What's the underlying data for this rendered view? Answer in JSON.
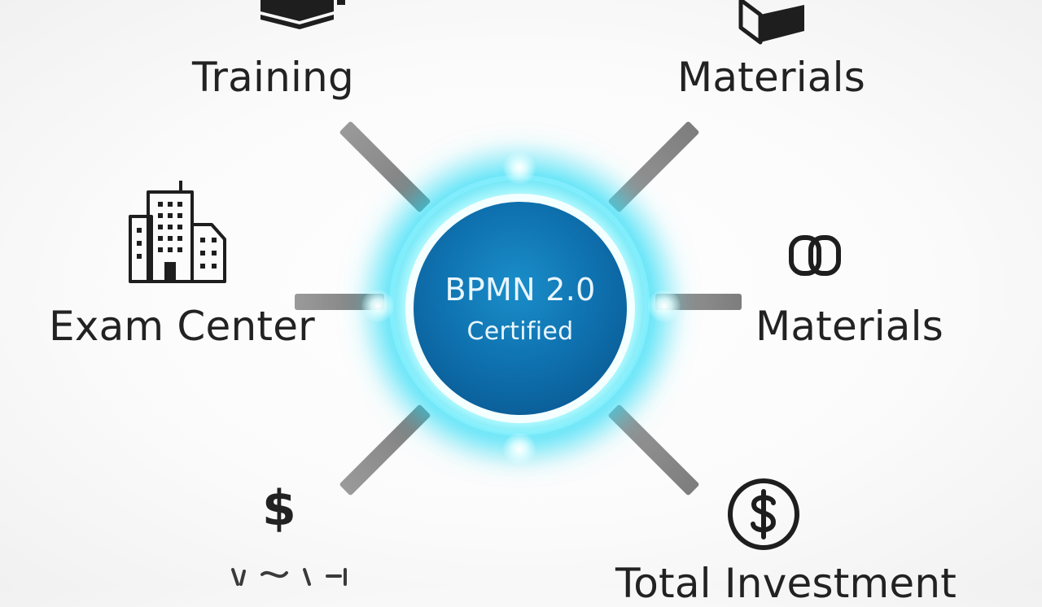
{
  "center": {
    "title": "BPMN 2.0",
    "subtitle": "Certified"
  },
  "nodes": {
    "top_left": {
      "label": "Training",
      "icon": "stack-icon"
    },
    "top_right": {
      "label": "Materials",
      "icon": "book-icon"
    },
    "mid_left": {
      "label": "Exam Center",
      "icon": "building-icon"
    },
    "mid_right": {
      "label": "Materials",
      "icon": "linked-rings-icon"
    },
    "bottom_left": {
      "label": "$",
      "icon": "dollar-sign-icon"
    },
    "bottom_right": {
      "label": "Total Investment",
      "icon": "dollar-circle-icon"
    }
  },
  "colors": {
    "core": "#0f72b0",
    "glow": "#1ed7f5",
    "connector": "#8a8a8a",
    "text": "#222222"
  }
}
